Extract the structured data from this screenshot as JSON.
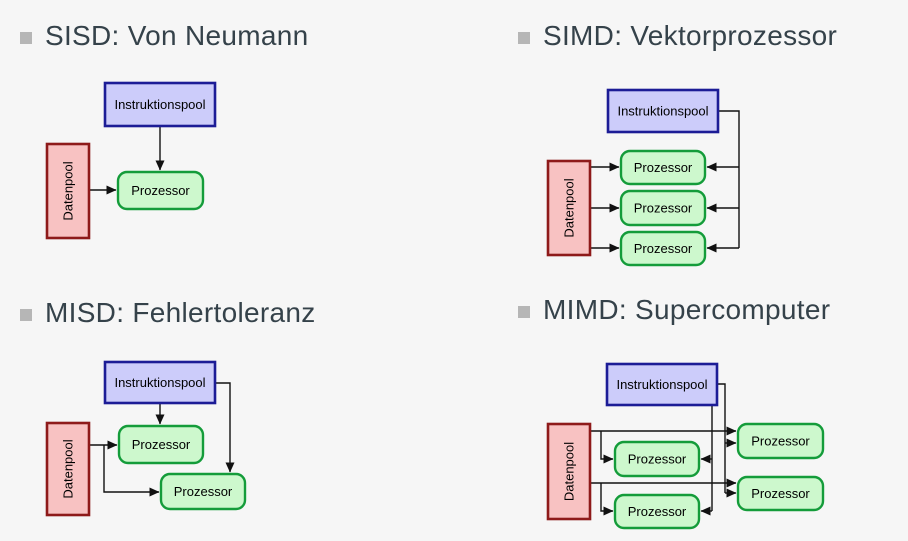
{
  "slide": {
    "background": "#f6f6f6",
    "quadrants": [
      {
        "id": "sisd",
        "title": "SISD: Von Neumann"
      },
      {
        "id": "simd",
        "title": "SIMD: Vektorprozessor"
      },
      {
        "id": "misd",
        "title": "MISD: Fehlertoleranz"
      },
      {
        "id": "mimd",
        "title": "MIMD: Supercomputer"
      }
    ]
  },
  "labels": {
    "instruction_pool": "Instruktionspool",
    "data_pool": "Datenpool",
    "processor": "Prozessor"
  },
  "colors": {
    "background": "#f6f6f6",
    "heading_text": "#35424a",
    "bullet": "#b6b6b6",
    "instruction_fill": "#ccccfa",
    "instruction_border": "#1c1c96",
    "data_fill": "#f8c2c2",
    "data_border": "#8e1a1a",
    "processor_fill": "#cdf8cd",
    "processor_border": "#149c3a",
    "connector": "#111111",
    "label_text": "#000000"
  }
}
